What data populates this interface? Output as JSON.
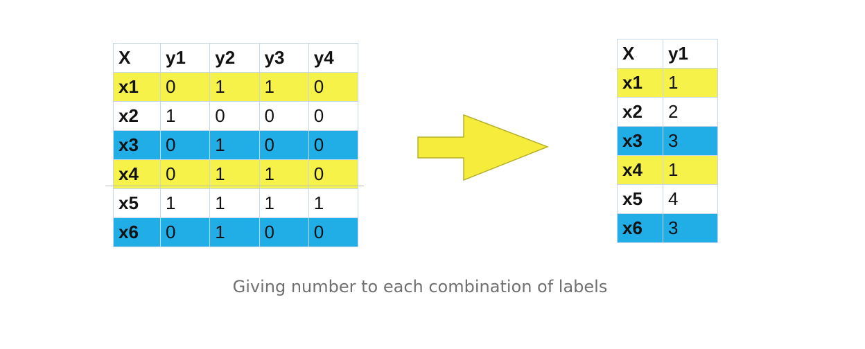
{
  "colors": {
    "yellow": "#f6f24a",
    "blue": "#21ade6",
    "white": "#ffffff",
    "arrow_fill": "#f6ec3c",
    "arrow_stroke": "#b5b02a"
  },
  "left_table": {
    "headers": [
      "X",
      "y1",
      "y2",
      "y3",
      "y4"
    ],
    "rows": [
      {
        "label": "x1",
        "color": "yellow",
        "values": [
          "0",
          "1",
          "1",
          "0"
        ]
      },
      {
        "label": "x2",
        "color": "white",
        "values": [
          "1",
          "0",
          "0",
          "0"
        ]
      },
      {
        "label": "x3",
        "color": "blue",
        "values": [
          "0",
          "1",
          "0",
          "0"
        ]
      },
      {
        "label": "x4",
        "color": "yellow",
        "values": [
          "0",
          "1",
          "1",
          "0"
        ]
      },
      {
        "label": "x5",
        "color": "white",
        "values": [
          "1",
          "1",
          "1",
          "1"
        ]
      },
      {
        "label": "x6",
        "color": "blue",
        "values": [
          "0",
          "1",
          "0",
          "0"
        ]
      }
    ]
  },
  "arrow": {
    "icon": "right-arrow-icon"
  },
  "right_table": {
    "headers": [
      "X",
      "y1"
    ],
    "rows": [
      {
        "label": "x1",
        "color": "yellow",
        "values": [
          "1"
        ]
      },
      {
        "label": "x2",
        "color": "white",
        "values": [
          "2"
        ]
      },
      {
        "label": "x3",
        "color": "blue",
        "values": [
          "3"
        ]
      },
      {
        "label": "x4",
        "color": "yellow",
        "values": [
          "1"
        ]
      },
      {
        "label": "x5",
        "color": "white",
        "values": [
          "4"
        ]
      },
      {
        "label": "x6",
        "color": "blue",
        "values": [
          "3"
        ]
      }
    ]
  },
  "caption": "Giving number to each combination of labels"
}
